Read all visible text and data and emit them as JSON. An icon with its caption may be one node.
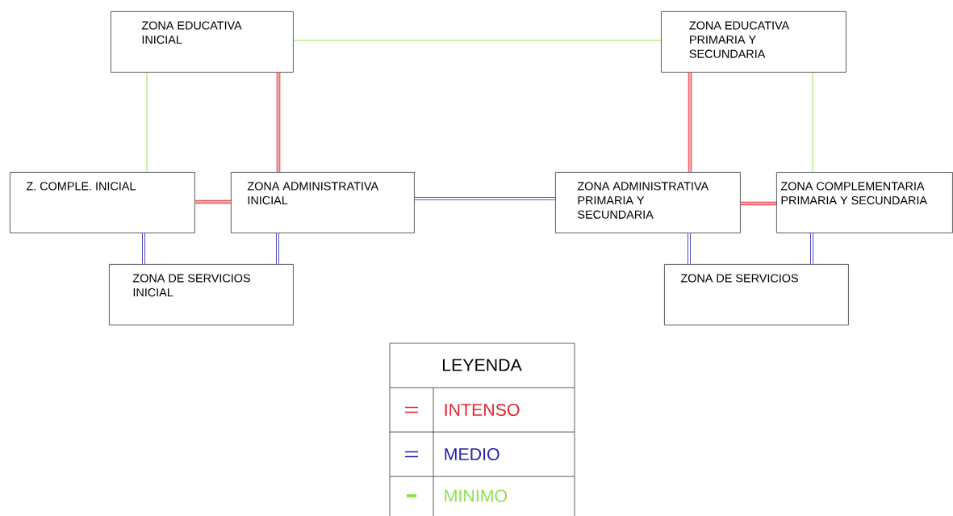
{
  "diagram": {
    "nodes": [
      {
        "text": [
          "ZONA EDUCATIVA INICIAL"
        ]
      },
      {
        "text": [
          "ZONA EDUCATIVA PRIMARIA Y SECUNDARIA"
        ]
      },
      {
        "text": [
          "Z. COMPLE. INICIAL"
        ]
      },
      {
        "text": [
          "ZONA ADMINISTRATIVA INICIAL"
        ]
      },
      {
        "text": [
          "ZONA ADMINISTRATIVA PRIMARIA Y SECUNDARIA"
        ]
      },
      {
        "text": [
          "ZONA COMPLEMENTARIA PRIMARIA Y SECUNDARIA"
        ]
      },
      {
        "text": [
          "ZONA DE SERVICIOS INICIAL"
        ]
      },
      {
        "text": [
          "ZONA DE SERVICIOS"
        ]
      }
    ],
    "edges": [
      {
        "from": 0,
        "to": 1,
        "arrow": "none",
        "color": "#8fe04a"
      },
      {
        "from": 0,
        "to": 2,
        "arrow": "none",
        "color": "#8fe04a"
      },
      {
        "from": 0,
        "to": 3,
        "arrow": "none",
        "color": "#e0242c"
      },
      {
        "from": 1,
        "to": 4,
        "arrow": "none",
        "color": "#e0242c"
      },
      {
        "from": 1,
        "to": 5,
        "arrow": "none",
        "color": "#8fe04a"
      },
      {
        "from": 2,
        "to": 3,
        "arrow": "none",
        "color": "#e0242c"
      },
      {
        "from": 3,
        "to": 4,
        "arrow": "none",
        "color": "#2222b0"
      },
      {
        "from": 4,
        "to": 5,
        "arrow": "none",
        "color": "#e0242c"
      },
      {
        "from": 2,
        "to": 6,
        "arrow": "none",
        "color": "#2222b0"
      },
      {
        "from": 3,
        "to": 6,
        "arrow": "none",
        "color": "#2222b0"
      },
      {
        "from": 4,
        "to": 7,
        "arrow": "none",
        "color": "#2222b0"
      },
      {
        "from": 5,
        "to": 7,
        "arrow": "none",
        "color": "#2222b0"
      }
    ],
    "labels": [
      "LEYENDA"
    ],
    "legend": [
      {
        "text": "INTENSO",
        "color": "#e0242c"
      },
      {
        "text": "MEDIO",
        "color": "#2222b0"
      },
      {
        "text": "MINIMO",
        "color": "#8fe04a"
      }
    ]
  }
}
